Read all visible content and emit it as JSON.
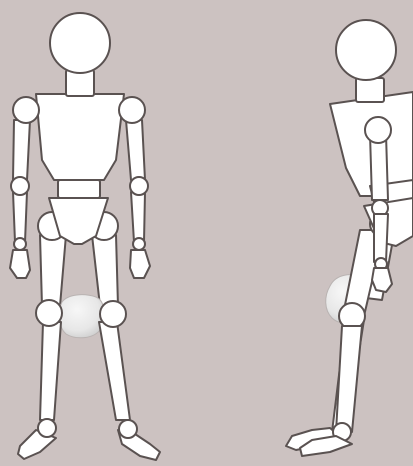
{
  "scene": {
    "description_free": true,
    "colors": {
      "background": "#ccc2c1",
      "figure_fill": "#ffffff",
      "figure_outline": "#5a5251",
      "rock_light": "#f4f4f4",
      "rock_dark": "#c9c9c9"
    },
    "figures": [
      {
        "name": "front-view-mannequin",
        "pose": "standing"
      },
      {
        "name": "side-view-mannequin",
        "pose": "standing"
      }
    ],
    "objects": [
      {
        "name": "rock",
        "count": 2
      }
    ]
  }
}
